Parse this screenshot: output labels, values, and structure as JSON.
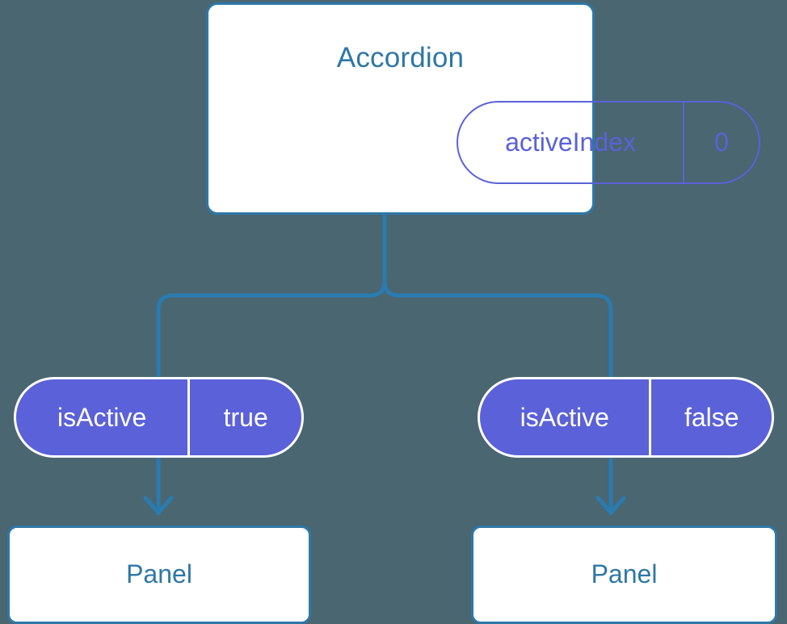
{
  "diagram": {
    "title_text": "Accordion",
    "background_color": "#4a6671",
    "accent_blue": "#2e77a6",
    "accent_purple": "#5b61d8",
    "parent": {
      "name": "accordion",
      "label": "Accordion",
      "state": {
        "key": "activeIndex",
        "value": "0"
      }
    },
    "branches": [
      {
        "name": "left",
        "prop": {
          "key": "isActive",
          "value": "true"
        },
        "child": {
          "label": "Panel"
        }
      },
      {
        "name": "right",
        "prop": {
          "key": "isActive",
          "value": "false"
        },
        "child": {
          "label": "Panel"
        }
      }
    ]
  }
}
